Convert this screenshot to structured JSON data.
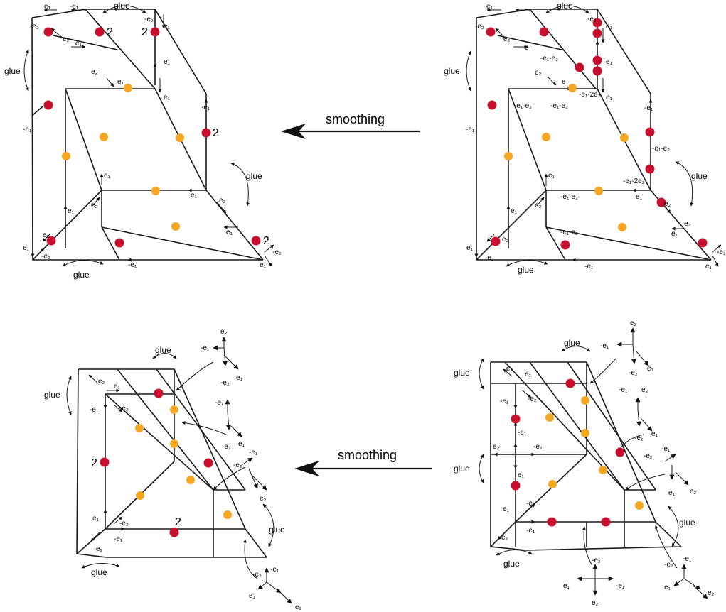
{
  "labels": {
    "smoothing_top": "smoothing",
    "smoothing_bottom": "smoothing",
    "glue": "glue",
    "mult": "2",
    "e1": "e₁",
    "e2": "e₂",
    "neg_e1": "-e₁",
    "neg_e2": "-e₂",
    "neg_e1_neg_e2": "-e₁-e₂",
    "neg_e1_neg_2e2": "-e₁-2e₂"
  },
  "colors": {
    "red_vertex": "#c8102e",
    "orange_vertex": "#f5a623",
    "edge": "#1a1a1a"
  }
}
